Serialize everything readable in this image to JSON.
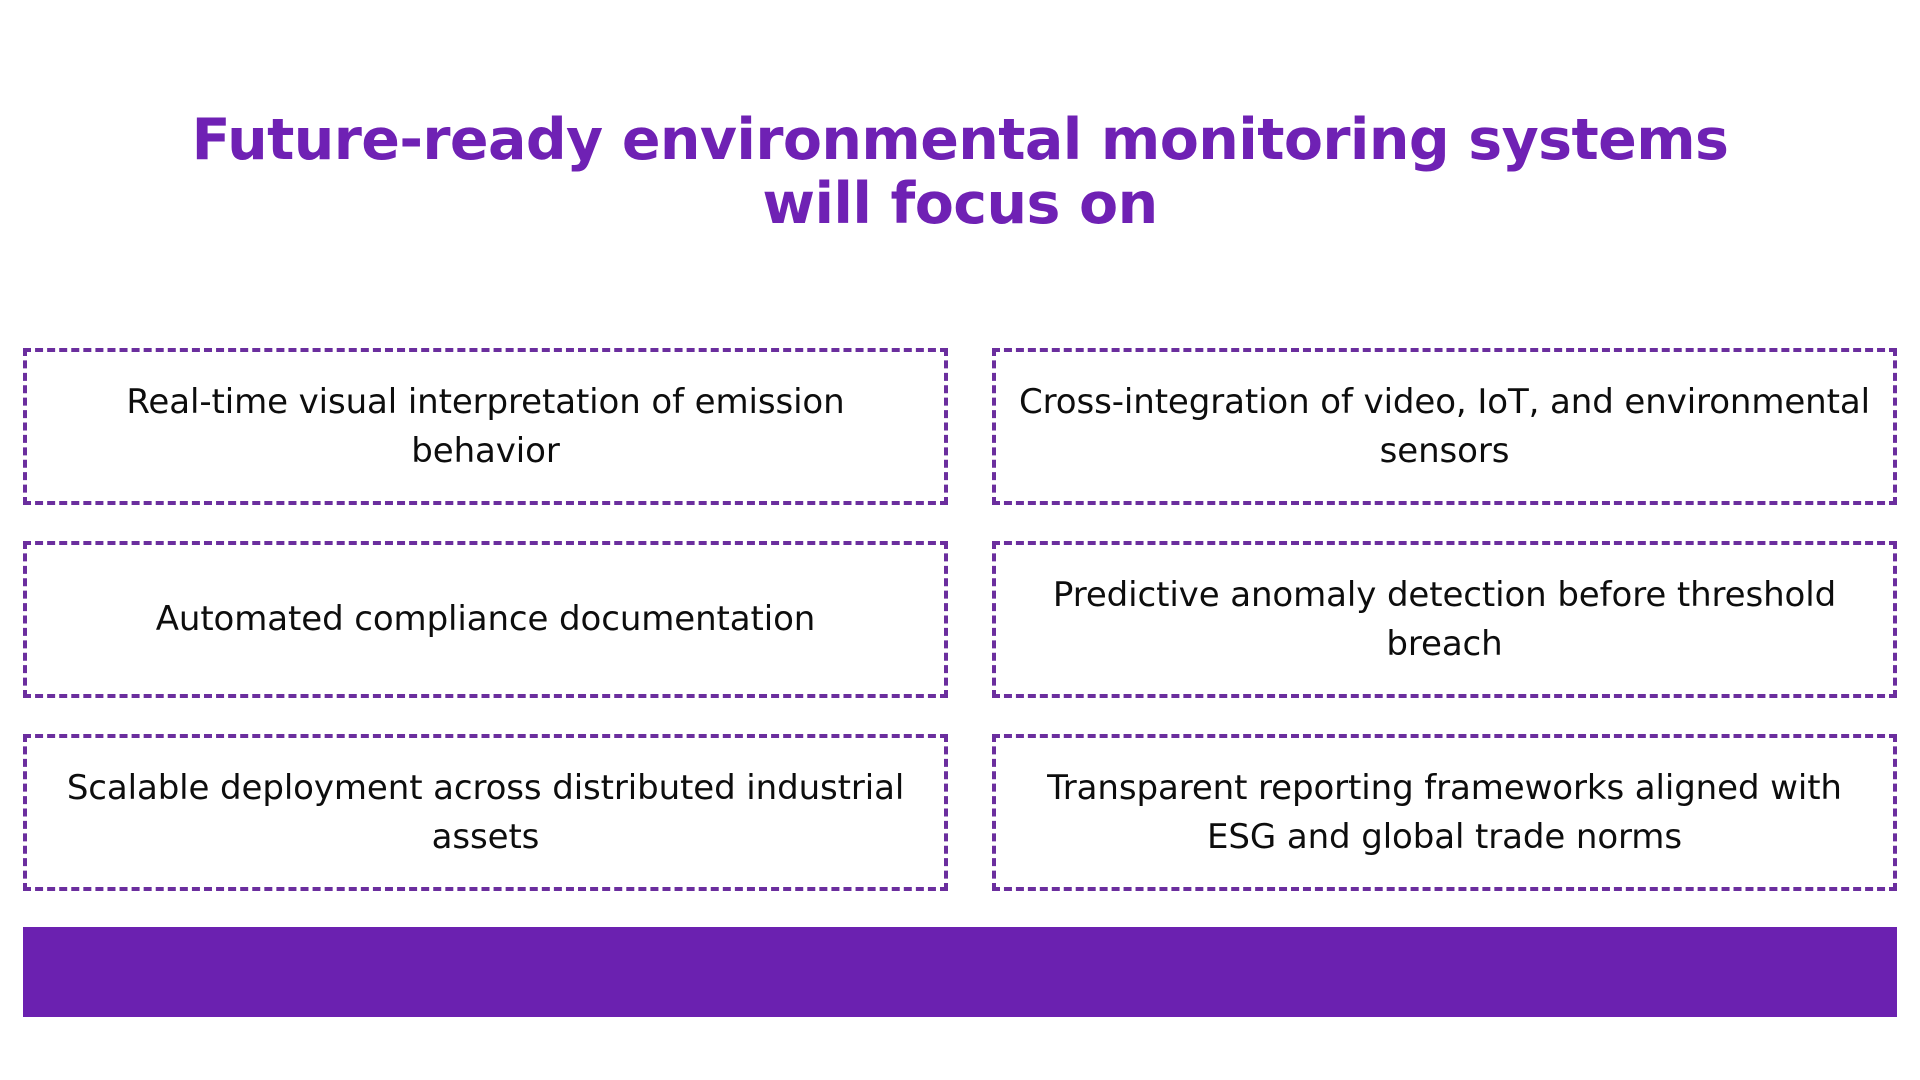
{
  "theme": {
    "background": "#ffffff",
    "title_color": "#6f21b4",
    "card_border_color": "#6b2e9e",
    "card_background": "#ffffff",
    "card_text_color": "#0d0d0d",
    "accent_bar_color": "#6b21b0"
  },
  "header": {
    "title": "Future-ready environmental monitoring systems will focus on"
  },
  "cards": [
    {
      "id": "card-realtime-visual-interpretation",
      "column": "left",
      "row": 1,
      "text": "Real-time visual interpretation of emission behavior"
    },
    {
      "id": "card-cross-integration-sensors",
      "column": "right",
      "row": 1,
      "text": "Cross-integration of video, IoT, and environmental sensors"
    },
    {
      "id": "card-automated-compliance-docs",
      "column": "left",
      "row": 2,
      "text": "Automated compliance documentation"
    },
    {
      "id": "card-predictive-anomaly-detection",
      "column": "right",
      "row": 2,
      "text": "Predictive anomaly detection before threshold breach"
    },
    {
      "id": "card-scalable-deployment",
      "column": "left",
      "row": 3,
      "text": "Scalable deployment across distributed industrial assets"
    },
    {
      "id": "card-transparent-reporting",
      "column": "right",
      "row": 3,
      "text": "Transparent reporting frameworks aligned with ESG and global trade norms"
    }
  ],
  "footer": {
    "accent_bar_label": ""
  }
}
